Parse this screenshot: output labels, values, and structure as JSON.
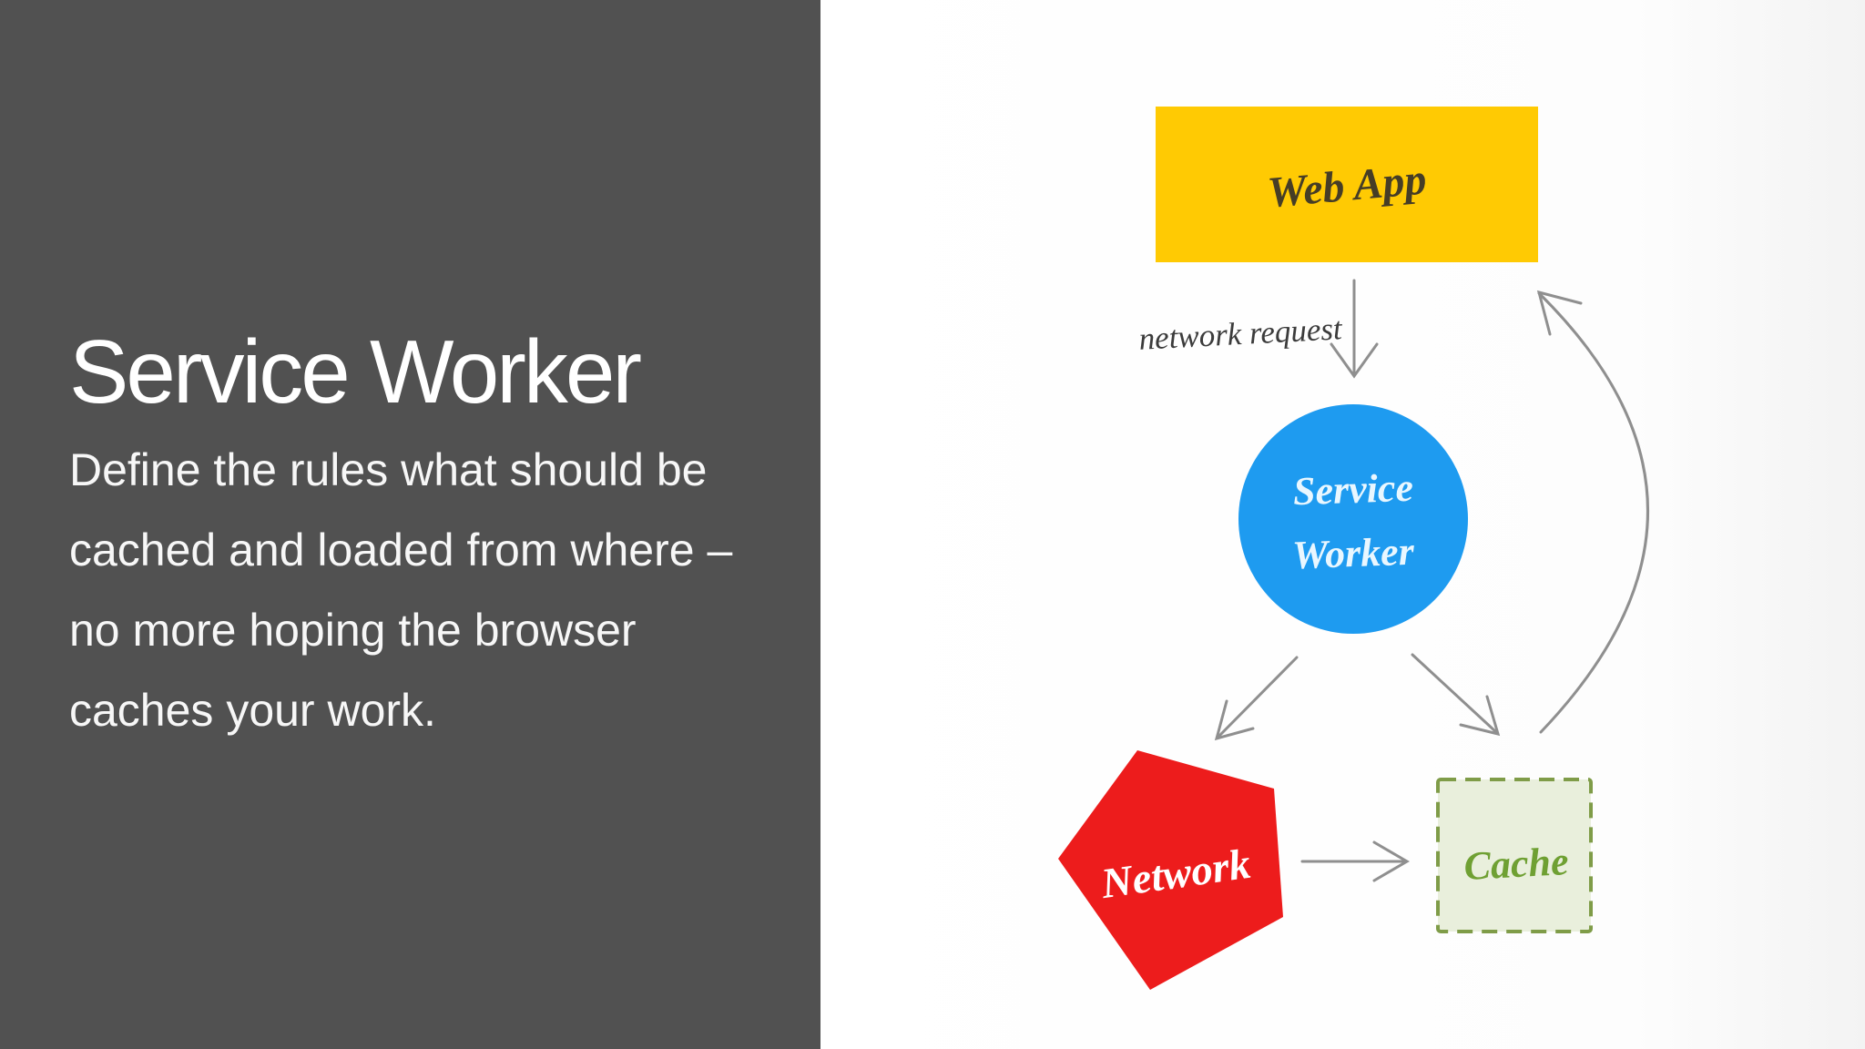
{
  "left_panel": {
    "title": "Service Worker",
    "body_lines": [
      "Define the rules what should be",
      "cached and loaded from where –",
      "no more hoping the browser",
      "caches your work."
    ]
  },
  "diagram": {
    "web_app": {
      "label": "Web App",
      "fill": "#FFCA03",
      "text_color": "#463D26"
    },
    "network_request": {
      "label": "network request",
      "text_color": "#3B3B3B"
    },
    "service_worker": {
      "line1": "Service",
      "line2": "Worker",
      "fill": "#1E9BF0",
      "text_color": "#E9F7FF"
    },
    "network": {
      "label": "Network",
      "fill": "#ED1C1C",
      "text_color": "#FFFFFF"
    },
    "cache": {
      "label": "Cache",
      "fill": "#E9EFDC",
      "border": "#7F9C48",
      "text_color": "#6FA033"
    },
    "arrow_color": "#8F8F8F"
  },
  "colors": {
    "left_panel_bg": "#515151",
    "right_panel_bg": "#FFFFFF",
    "title_color": "#FFFFFF",
    "body_color": "#F7F7F7"
  }
}
